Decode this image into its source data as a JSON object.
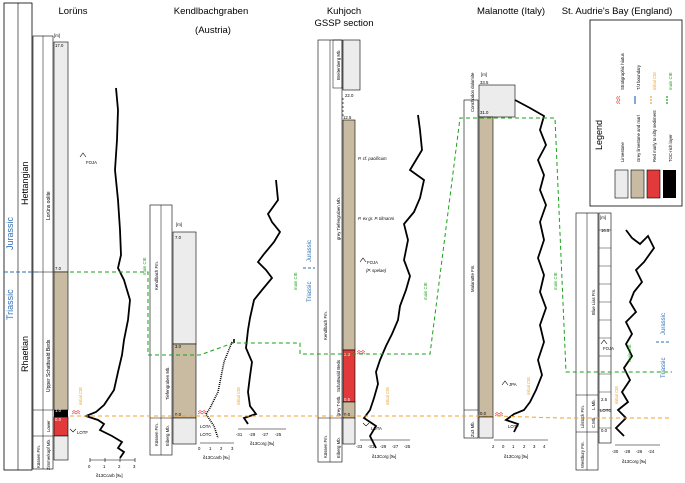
{
  "colors": {
    "limestone": "#ececec",
    "grey_marl": "#c8bba1",
    "red_sediment": "#e23a3a",
    "toc_layer": "#000000",
    "triassic_blue": "#2e6fb5",
    "main_cie_green": "#1aa01a",
    "initial_cie_orange": "#f0a030",
    "hiatus_red": "#e23a3a"
  },
  "era": {
    "jurassic": "Jurassic",
    "triassic": "Triassic",
    "hettangian": "Hettangian",
    "rhaetian": "Rhaetian"
  },
  "sections": {
    "lorüns": {
      "title": "Lorüns",
      "top_unit": "[m]",
      "m_17": "17.0",
      "m_7": "7.0",
      "m_1": "1.0",
      "m_0": "0.0",
      "formation_oolite": "Lorüns oolite",
      "formation_schattwald": "Upper Schattwald Beds",
      "formation_lower": "Lower",
      "formation_kossen": "Kössen Fm.",
      "formation_zimmer": "Zimmerkopf Mb.",
      "foja": "FOJA",
      "lotf": "LOTF",
      "initial_cie": "initial CIE",
      "main_cie": "main CIE",
      "axis_label": "δ13Ccarb [‰]",
      "ticks": [
        "0",
        "1",
        "2",
        "3"
      ]
    },
    "kendlbach": {
      "title": "Kendlbachgraben",
      "subtitle": "(Austria)",
      "top_unit": "[m]",
      "m_7": "7.0",
      "m_3": "3.0",
      "m_0": "0.0",
      "formation_kendlbach": "Kendlbach Fm.",
      "formation_tiefengraben": "Tiefengraben Mb.",
      "formation_kossen": "Kössen Fm.",
      "formation_eiberg": "Eiberg Mb.",
      "lota": "LOTA",
      "lotc": "LOTC",
      "initial_cie": "initial CIE",
      "main_cie": "main CIE",
      "axis_carb": "δ13Ccarb [‰]",
      "axis_org": "δ13Corg [‰]",
      "carb_ticks": [
        "0",
        "1",
        "2",
        "3"
      ],
      "org_ticks": [
        "-31",
        "-29",
        "-27",
        "-25"
      ]
    },
    "kuhjoch": {
      "title": "Kuhjoch",
      "subtitle": "GSSP section",
      "m_22": "22.0",
      "m_12_5": "12.5",
      "m_2": "2.0",
      "m_0_5": "0.5",
      "m_0": "0.0",
      "formation_breitenberg": "Breitenberg Mb.",
      "formation_tiefengraben": "grey Tiefengraben Mb.",
      "formation_kendlbach": "Kendlbach Fm.",
      "formation_schattwald": "Schattwald Beds",
      "formation_red": "grey T-Mb.",
      "formation_kossen": "Kössen Fm.",
      "formation_eiberg": "Eiberg Mb.",
      "p_pacificum": "P. cf. pacificum",
      "p_tilmanni": "P. ex gr. P. tilmanni",
      "foja": "FOJA",
      "foja_species": "(P. spelae)",
      "lota": "LOTA",
      "initial_cie": "initial CIE",
      "main_cie": "main CIE",
      "axis_label": "δ13Corg [‰]",
      "ticks": [
        "-33",
        "-31",
        "-29",
        "-27",
        "-25"
      ],
      "triassic": "Triassic",
      "jurassic": "Jurassic"
    },
    "malanotte": {
      "title": "Malanotte (Italy)",
      "top_unit": "[m]",
      "m_33_5": "33.5",
      "m_31": "31.0",
      "m_0": "0.0",
      "formation_conchodon": "Conchodon dolomite",
      "formation_malanotte": "Malanotte Fm.",
      "formation_zu3": "Zu3 Mb.",
      "jpa": "JPA",
      "lotf": "LOTF",
      "initial_cie": "initial CIE",
      "main_cie": "main CIE",
      "axis_label": "δ13Corg [‰]",
      "ticks": [
        "2",
        "0",
        "1",
        "2",
        "3",
        "4"
      ]
    },
    "st_audries": {
      "title": "St. Audrie's Bay (England)",
      "top_unit": "[m]",
      "m_16_5": "16.5",
      "m_2_5": "2.5",
      "m_0": "0.0",
      "formation_blue_lias": "Blue Lias Fm.",
      "formation_lilstock": "Lilstock Fm.",
      "formation_westbury": "Westbury Fm.",
      "formation_langport": "L.Mb.",
      "formation_cotham": "C.Mb.",
      "foja": "FOJA",
      "lotc": "LOTC",
      "initial_cie": "initial CIE",
      "main_cie": "main CIE",
      "axis_label": "δ13Corg [‰]",
      "ticks": [
        "-30",
        "-28",
        "-26",
        "-24"
      ],
      "triassic": "Triassic",
      "jurassic": "Jurassic"
    }
  },
  "legend": {
    "title": "Legend",
    "limestone": "Limestone",
    "grey_marl": "Grey limestone and marl",
    "red_sediment": "Red marly to silty sediment",
    "toc_layer": "TOC-rich layer",
    "hiatus": "Stratigraphic hiatus",
    "tj_boundary": "T/J boundary",
    "initial_cie": "initial CIE",
    "main_cie": "main CIE"
  }
}
